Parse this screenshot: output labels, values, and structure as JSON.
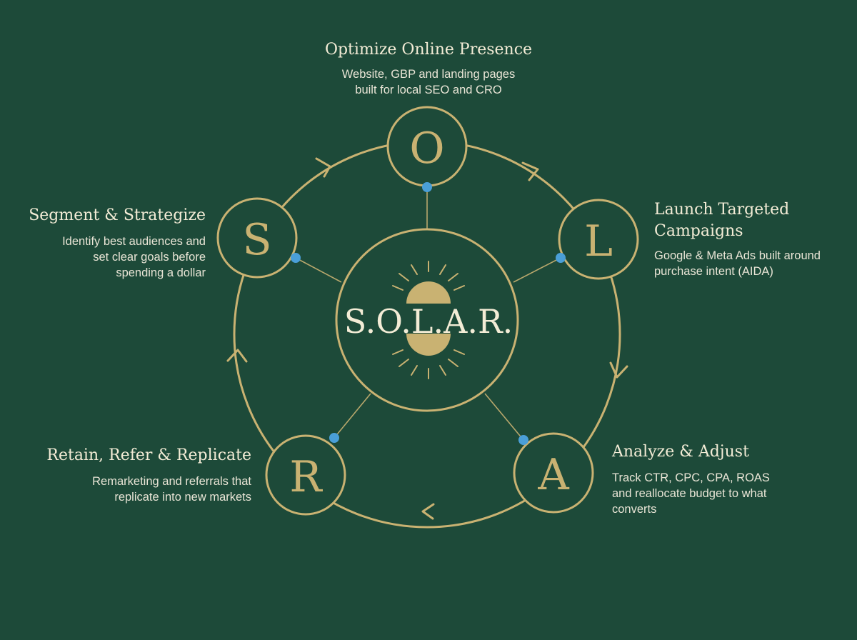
{
  "brand": {
    "title": "S.O.L.A.R.",
    "accent": "#c9b272",
    "node_dot_color": "#4a9fd8",
    "background": "#1d4a39",
    "text_color": "#f3ecd6"
  },
  "steps": [
    {
      "letter": "O",
      "title": "Optimize Online Presence",
      "desc_lines": [
        "Website, GBP and landing pages",
        "built for local SEO and CRO"
      ]
    },
    {
      "letter": "L",
      "title_lines": [
        "Launch Targeted",
        "Campaigns"
      ],
      "desc_lines": [
        "Google & Meta Ads built around",
        "purchase intent (AIDA)"
      ]
    },
    {
      "letter": "A",
      "title": "Analyze & Adjust",
      "desc_lines": [
        "Track CTR, CPC, CPA, ROAS",
        "and reallocate budget to what",
        "converts"
      ]
    },
    {
      "letter": "R",
      "title": "Retain, Refer & Replicate",
      "desc_lines": [
        "Remarketing and referrals that",
        "replicate into new markets"
      ]
    },
    {
      "letter": "S",
      "title": "Segment & Strategize",
      "desc_lines": [
        "Identify best audiences and",
        "set clear goals before",
        "spending a dollar"
      ]
    }
  ]
}
